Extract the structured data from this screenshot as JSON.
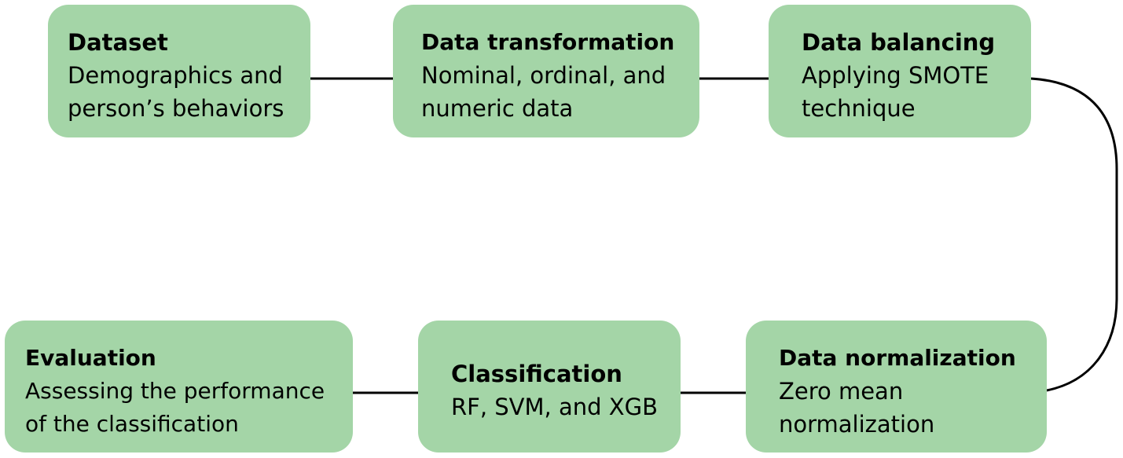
{
  "diagram": {
    "box_color": "#a4d5a7",
    "line_color": "#000000",
    "steps": [
      {
        "title": "Dataset",
        "description": "Demographics and\nperson’s behaviors"
      },
      {
        "title": "Data transformation",
        "description": "Nominal, ordinal, and\nnumeric data"
      },
      {
        "title": "Data balancing",
        "description": "Applying SMOTE\ntechnique"
      },
      {
        "title": "Data normalization",
        "description": "Zero mean\nnormalization"
      },
      {
        "title": "Classification",
        "description": "RF, SVM, and XGB"
      },
      {
        "title": "Evaluation",
        "description": "Assessing the performance\nof the classification"
      }
    ]
  }
}
